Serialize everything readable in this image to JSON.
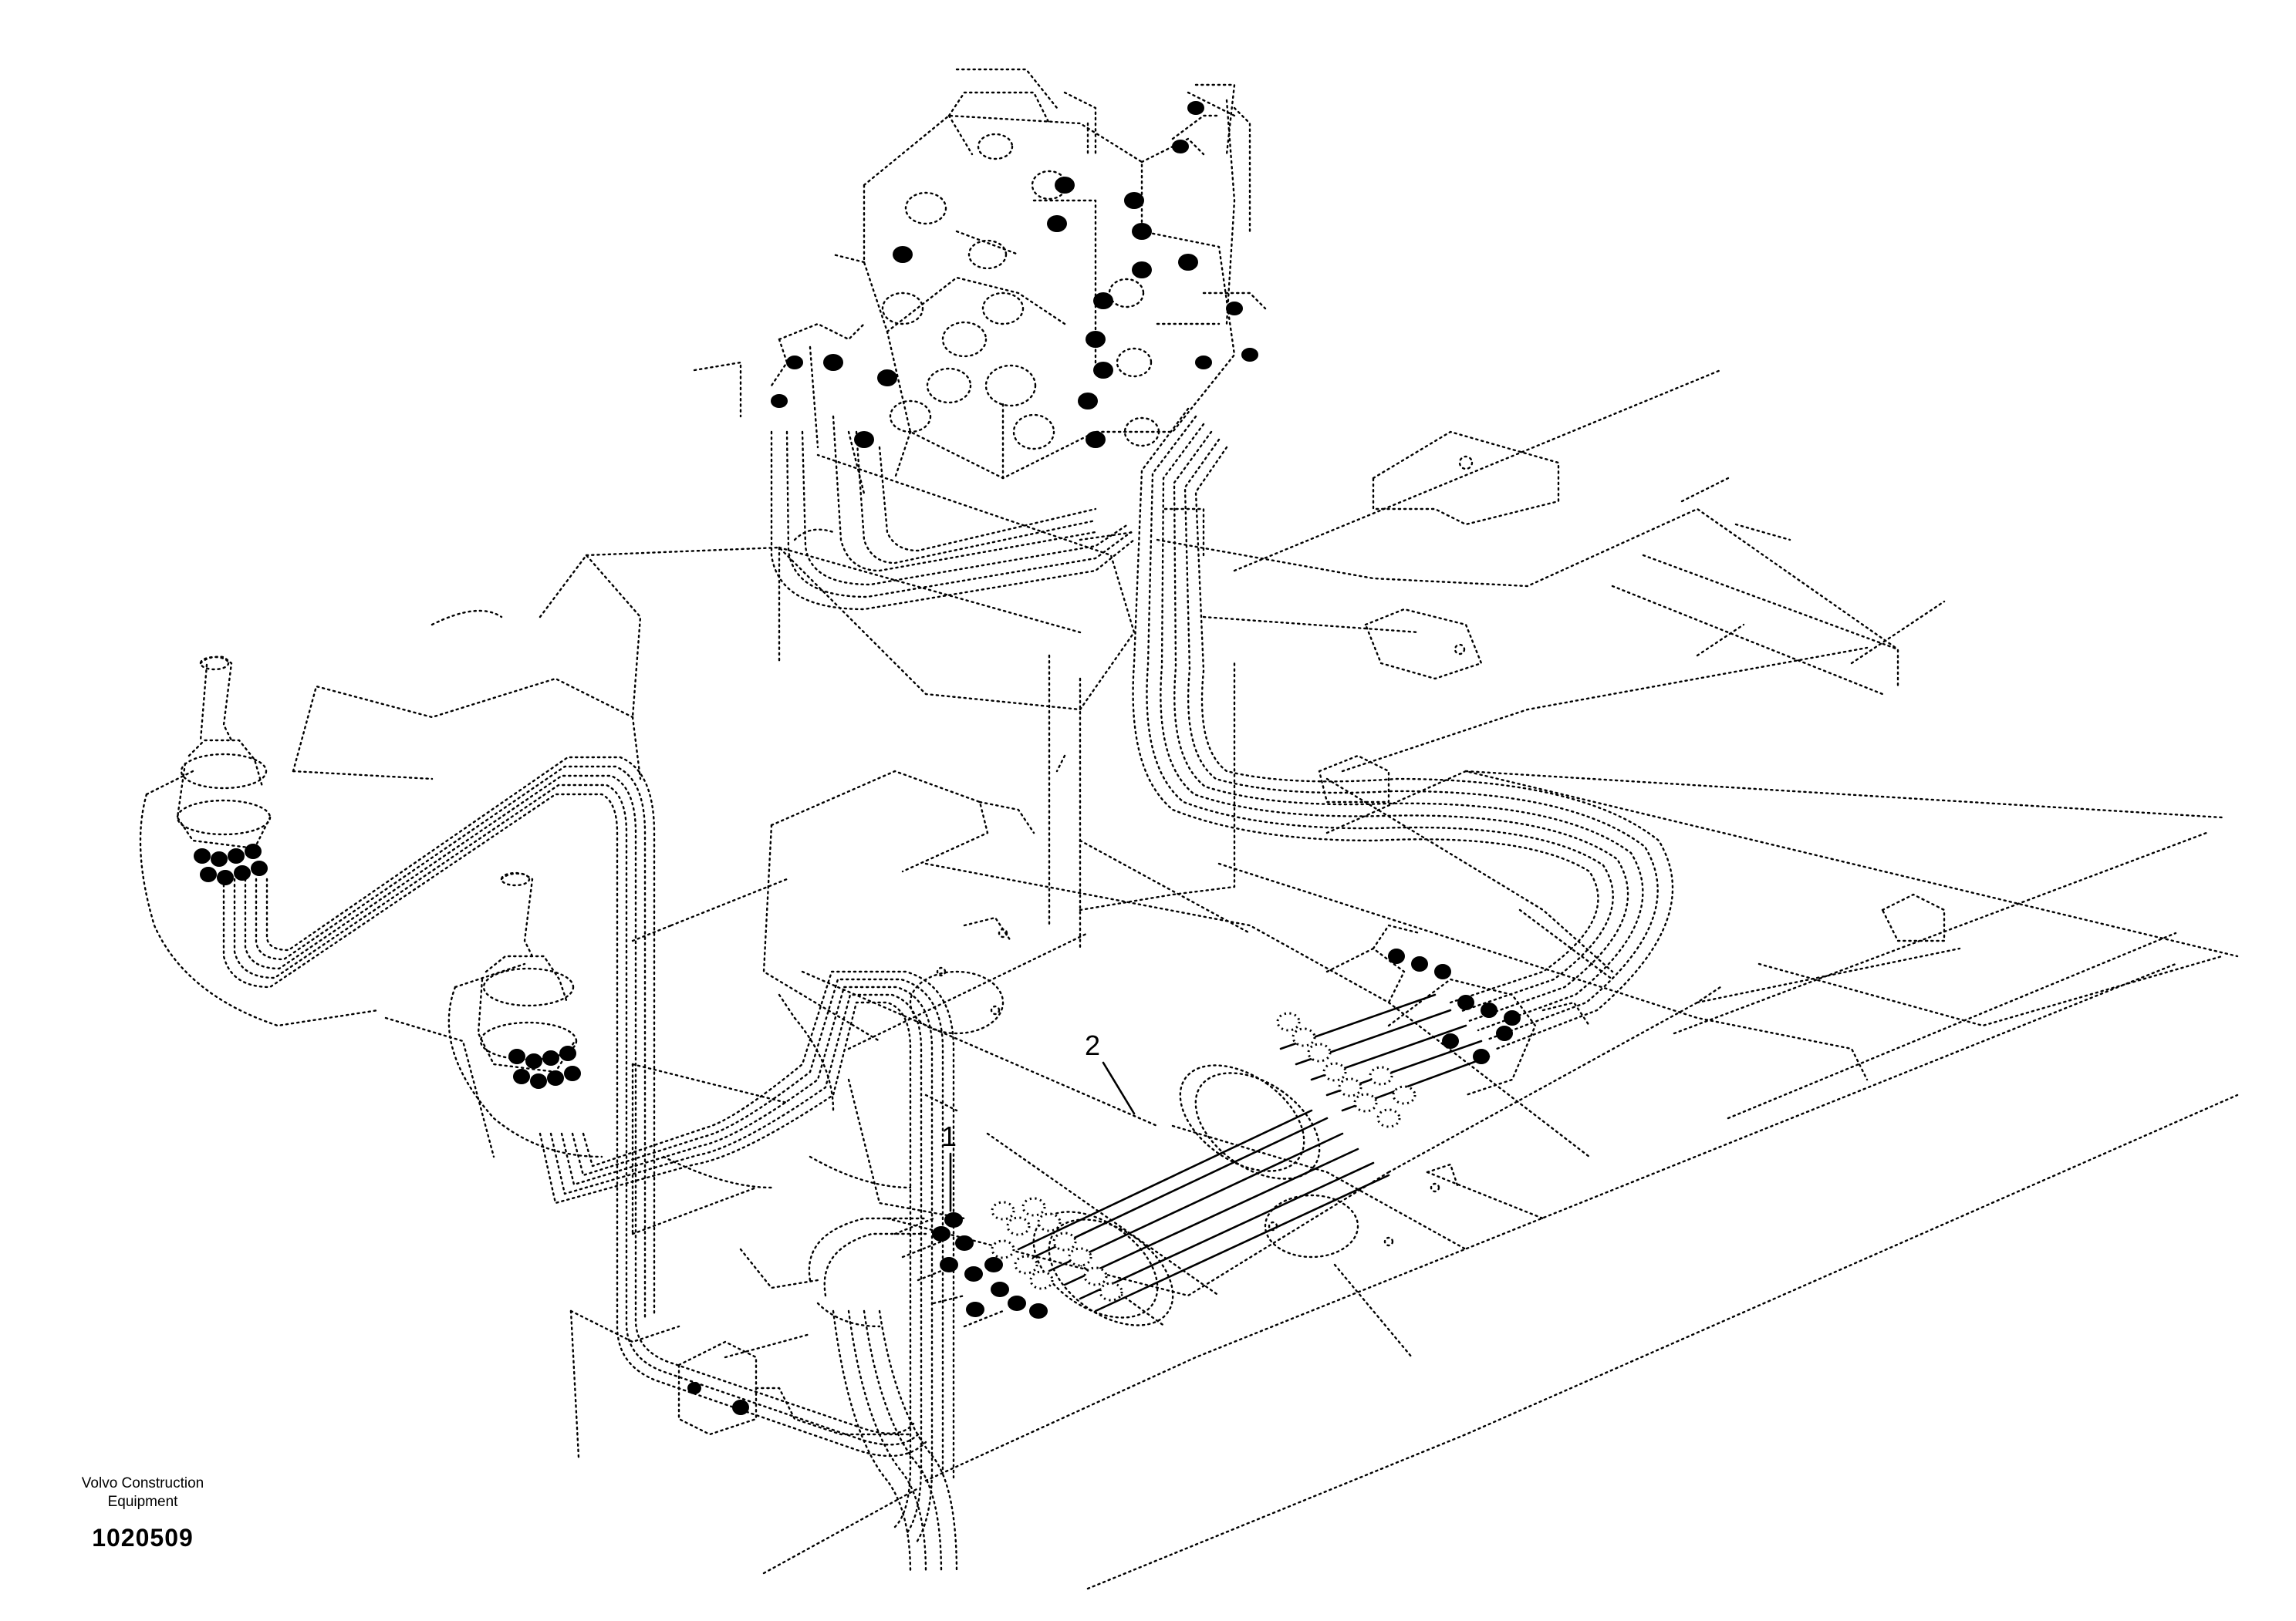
{
  "callouts": {
    "item_1": "1",
    "item_2": "2"
  },
  "footer": {
    "brand": "Volvo Construction\nEquipment",
    "figure_number": "1020509"
  },
  "colors": {
    "line": "#000000",
    "background": "#ffffff"
  }
}
